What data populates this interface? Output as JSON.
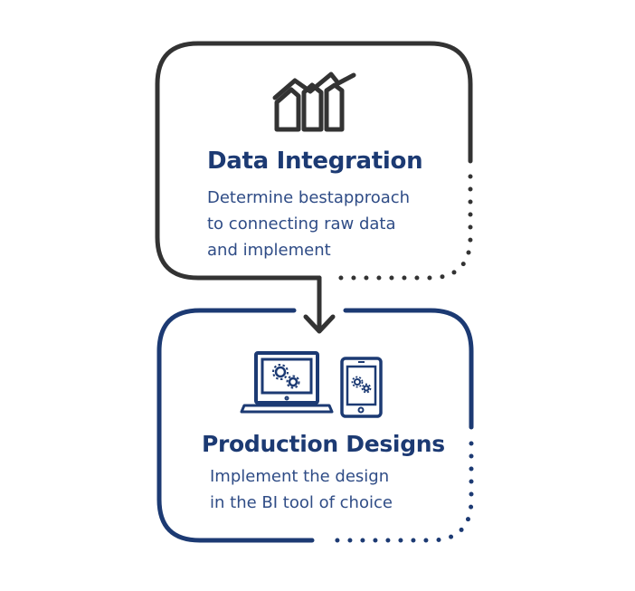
{
  "steps": [
    {
      "title": "Data Integration",
      "description_lines": [
        "Determine bestapproach",
        "to connecting raw data",
        "and implement"
      ],
      "icon": "bar-chart-trend-icon",
      "color": "#333333"
    },
    {
      "title": "Production Designs",
      "description_lines": [
        "Implement the design",
        "in the BI tool of choice"
      ],
      "icon": "laptop-tablet-gears-icon",
      "color": "#1c3a73"
    }
  ],
  "colors": {
    "dark_line": "#333333",
    "navy": "#1c3a73",
    "text": "#2f4c86"
  }
}
